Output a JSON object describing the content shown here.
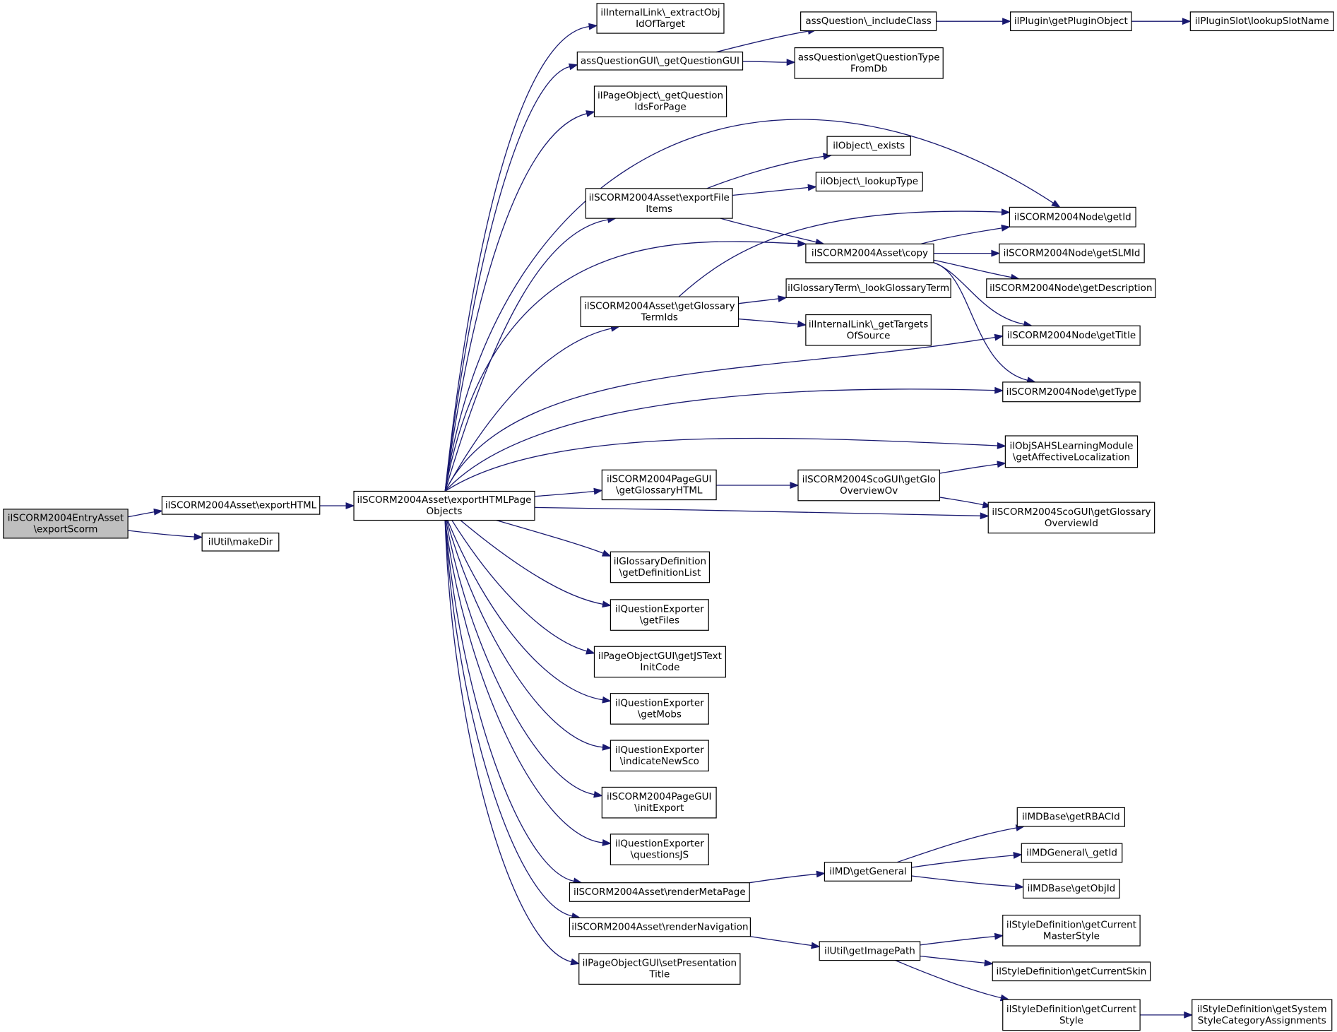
{
  "nodes": [
    {
      "id": "root",
      "lines": [
        "ilSCORM2004EntryAsset",
        "\\exportScorm"
      ]
    },
    {
      "id": "exportHTML",
      "lines": [
        "ilSCORM2004Asset\\exportHTML"
      ]
    },
    {
      "id": "makeDir",
      "lines": [
        "ilUtil\\makeDir"
      ]
    },
    {
      "id": "exportHTMLPageObjects",
      "lines": [
        "ilSCORM2004Asset\\exportHTMLPage",
        "Objects"
      ]
    },
    {
      "id": "extractObjIdOfTarget",
      "lines": [
        "ilInternalLink\\_extractObj",
        "IdOfTarget"
      ]
    },
    {
      "id": "getQuestionGUI",
      "lines": [
        "assQuestionGUI\\_getQuestionGUI"
      ]
    },
    {
      "id": "getQuestionIdsForPage",
      "lines": [
        "ilPageObject\\_getQuestion",
        "IdsForPage"
      ]
    },
    {
      "id": "exportFileItems",
      "lines": [
        "ilSCORM2004Asset\\exportFile",
        "Items"
      ]
    },
    {
      "id": "getGlossaryTermIds",
      "lines": [
        "ilSCORM2004Asset\\getGlossary",
        "TermIds"
      ]
    },
    {
      "id": "getGlossaryHTML",
      "lines": [
        "ilSCORM2004PageGUI",
        "\\getGlossaryHTML"
      ]
    },
    {
      "id": "getDefinitionList",
      "lines": [
        "ilGlossaryDefinition",
        "\\getDefinitionList"
      ]
    },
    {
      "id": "getFiles",
      "lines": [
        "ilQuestionExporter",
        "\\getFiles"
      ]
    },
    {
      "id": "getJSTextInitCode",
      "lines": [
        "ilPageObjectGUI\\getJSText",
        "InitCode"
      ]
    },
    {
      "id": "getMobs",
      "lines": [
        "ilQuestionExporter",
        "\\getMobs"
      ]
    },
    {
      "id": "indicateNewSco",
      "lines": [
        "ilQuestionExporter",
        "\\indicateNewSco"
      ]
    },
    {
      "id": "initExport",
      "lines": [
        "ilSCORM2004PageGUI",
        "\\initExport"
      ]
    },
    {
      "id": "questionsJS",
      "lines": [
        "ilQuestionExporter",
        "\\questionsJS"
      ]
    },
    {
      "id": "renderMetaPage",
      "lines": [
        "ilSCORM2004Asset\\renderMetaPage"
      ]
    },
    {
      "id": "renderNavigation",
      "lines": [
        "ilSCORM2004Asset\\renderNavigation"
      ]
    },
    {
      "id": "setPresentationTitle",
      "lines": [
        "ilPageObjectGUI\\setPresentation",
        "Title"
      ]
    },
    {
      "id": "includeClass",
      "lines": [
        "assQuestion\\_includeClass"
      ]
    },
    {
      "id": "getQuestionTypeFromDb",
      "lines": [
        "assQuestion\\getQuestionType",
        "FromDb"
      ]
    },
    {
      "id": "getPluginObject",
      "lines": [
        "ilPlugin\\getPluginObject"
      ]
    },
    {
      "id": "lookupSlotName",
      "lines": [
        "ilPluginSlot\\lookupSlotName"
      ]
    },
    {
      "id": "exists",
      "lines": [
        "ilObject\\_exists"
      ]
    },
    {
      "id": "lookupType",
      "lines": [
        "ilObject\\_lookupType"
      ]
    },
    {
      "id": "copy",
      "lines": [
        "ilSCORM2004Asset\\copy"
      ]
    },
    {
      "id": "lookGlossaryTerm",
      "lines": [
        "ilGlossaryTerm\\_lookGlossaryTerm"
      ]
    },
    {
      "id": "getTargetsOfSource",
      "lines": [
        "ilInternalLink\\_getTargets",
        "OfSource"
      ]
    },
    {
      "id": "getGloOverviewOv",
      "lines": [
        "ilSCORM2004ScoGUI\\getGlo",
        "OverviewOv"
      ]
    },
    {
      "id": "nodeGetId",
      "lines": [
        "ilSCORM2004Node\\getId"
      ]
    },
    {
      "id": "getSLMId",
      "lines": [
        "ilSCORM2004Node\\getSLMId"
      ]
    },
    {
      "id": "getDescription",
      "lines": [
        "ilSCORM2004Node\\getDescription"
      ]
    },
    {
      "id": "getTitle",
      "lines": [
        "ilSCORM2004Node\\getTitle"
      ]
    },
    {
      "id": "getType",
      "lines": [
        "ilSCORM2004Node\\getType"
      ]
    },
    {
      "id": "getAffectiveLocalization",
      "lines": [
        "ilObjSAHSLearningModule",
        "\\getAffectiveLocalization"
      ]
    },
    {
      "id": "getGlossaryOverviewId",
      "lines": [
        "ilSCORM2004ScoGUI\\getGlossary",
        "OverviewId"
      ]
    },
    {
      "id": "getGeneral",
      "lines": [
        "ilMD\\getGeneral"
      ]
    },
    {
      "id": "getRBACId",
      "lines": [
        "ilMDBase\\getRBACId"
      ]
    },
    {
      "id": "mdGeneralGetId",
      "lines": [
        "ilMDGeneral\\_getId"
      ]
    },
    {
      "id": "getObjId",
      "lines": [
        "ilMDBase\\getObjId"
      ]
    },
    {
      "id": "getImagePath",
      "lines": [
        "ilUtil\\getImagePath"
      ]
    },
    {
      "id": "getCurrentMasterStyle",
      "lines": [
        "ilStyleDefinition\\getCurrent",
        "MasterStyle"
      ]
    },
    {
      "id": "getCurrentSkin",
      "lines": [
        "ilStyleDefinition\\getCurrentSkin"
      ]
    },
    {
      "id": "getCurrentStyle",
      "lines": [
        "ilStyleDefinition\\getCurrent",
        "Style"
      ]
    },
    {
      "id": "getSystemStyleCategoryAssignments",
      "lines": [
        "ilStyleDefinition\\getSystem",
        "StyleCategoryAssignments"
      ]
    }
  ],
  "edges": [
    [
      "root",
      "exportHTML"
    ],
    [
      "root",
      "makeDir"
    ],
    [
      "exportHTML",
      "exportHTMLPageObjects"
    ],
    [
      "exportHTMLPageObjects",
      "extractObjIdOfTarget"
    ],
    [
      "exportHTMLPageObjects",
      "getQuestionGUI"
    ],
    [
      "exportHTMLPageObjects",
      "getQuestionIdsForPage"
    ],
    [
      "exportHTMLPageObjects",
      "nodeGetId"
    ],
    [
      "exportHTMLPageObjects",
      "exportFileItems"
    ],
    [
      "exportHTMLPageObjects",
      "copy"
    ],
    [
      "exportHTMLPageObjects",
      "getGlossaryTermIds"
    ],
    [
      "exportHTMLPageObjects",
      "getTitle"
    ],
    [
      "exportHTMLPageObjects",
      "getType"
    ],
    [
      "exportHTMLPageObjects",
      "getAffectiveLocalization"
    ],
    [
      "exportHTMLPageObjects",
      "getGlossaryHTML"
    ],
    [
      "exportHTMLPageObjects",
      "getGlossaryOverviewId"
    ],
    [
      "exportHTMLPageObjects",
      "getDefinitionList"
    ],
    [
      "exportHTMLPageObjects",
      "getFiles"
    ],
    [
      "exportHTMLPageObjects",
      "getJSTextInitCode"
    ],
    [
      "exportHTMLPageObjects",
      "getMobs"
    ],
    [
      "exportHTMLPageObjects",
      "indicateNewSco"
    ],
    [
      "exportHTMLPageObjects",
      "initExport"
    ],
    [
      "exportHTMLPageObjects",
      "questionsJS"
    ],
    [
      "exportHTMLPageObjects",
      "renderMetaPage"
    ],
    [
      "exportHTMLPageObjects",
      "renderNavigation"
    ],
    [
      "exportHTMLPageObjects",
      "setPresentationTitle"
    ],
    [
      "getQuestionGUI",
      "includeClass"
    ],
    [
      "getQuestionGUI",
      "getQuestionTypeFromDb"
    ],
    [
      "includeClass",
      "getPluginObject"
    ],
    [
      "getPluginObject",
      "lookupSlotName"
    ],
    [
      "exportFileItems",
      "exists"
    ],
    [
      "exportFileItems",
      "lookupType"
    ],
    [
      "exportFileItems",
      "copy"
    ],
    [
      "getGlossaryTermIds",
      "nodeGetId"
    ],
    [
      "getGlossaryTermIds",
      "lookGlossaryTerm"
    ],
    [
      "getGlossaryTermIds",
      "getTargetsOfSource"
    ],
    [
      "copy",
      "nodeGetId"
    ],
    [
      "copy",
      "getSLMId"
    ],
    [
      "copy",
      "getDescription"
    ],
    [
      "copy",
      "getTitle"
    ],
    [
      "copy",
      "getType"
    ],
    [
      "getGlossaryHTML",
      "getGloOverviewOv"
    ],
    [
      "getGloOverviewOv",
      "getAffectiveLocalization"
    ],
    [
      "getGloOverviewOv",
      "getGlossaryOverviewId"
    ],
    [
      "renderMetaPage",
      "getGeneral"
    ],
    [
      "getGeneral",
      "getRBACId"
    ],
    [
      "getGeneral",
      "mdGeneralGetId"
    ],
    [
      "getGeneral",
      "getObjId"
    ],
    [
      "renderNavigation",
      "getImagePath"
    ],
    [
      "getImagePath",
      "getCurrentMasterStyle"
    ],
    [
      "getImagePath",
      "getCurrentSkin"
    ],
    [
      "getImagePath",
      "getCurrentStyle"
    ],
    [
      "getCurrentStyle",
      "getSystemStyleCategoryAssignments"
    ]
  ]
}
